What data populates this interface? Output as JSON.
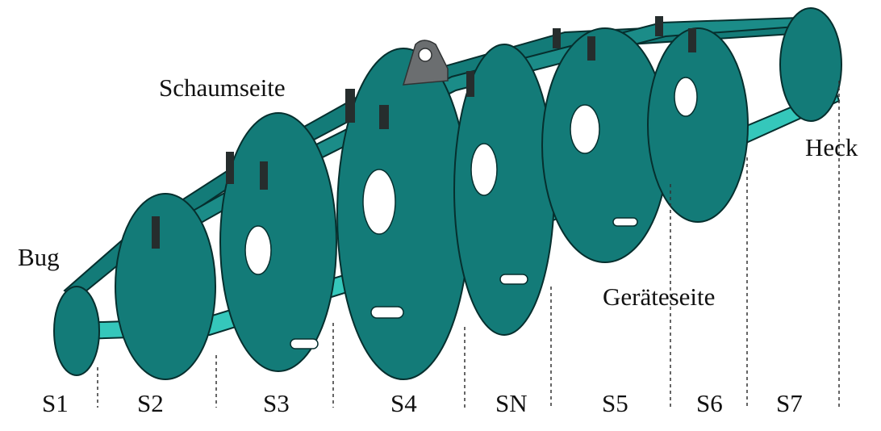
{
  "labels": {
    "bow": "Bug",
    "stern": "Heck",
    "foam_side": "Schaumseite",
    "device_side": "Geräteseite"
  },
  "sections": [
    "S1",
    "S2",
    "S3",
    "S4",
    "SN",
    "S5",
    "S6",
    "S7"
  ],
  "colors": {
    "hull": "#137b78",
    "hull_light": "#2aa8a0",
    "deck": "#35c7bb",
    "edge": "#062f2e",
    "bracket": "#262d2d",
    "lug": "#6b6e70"
  }
}
